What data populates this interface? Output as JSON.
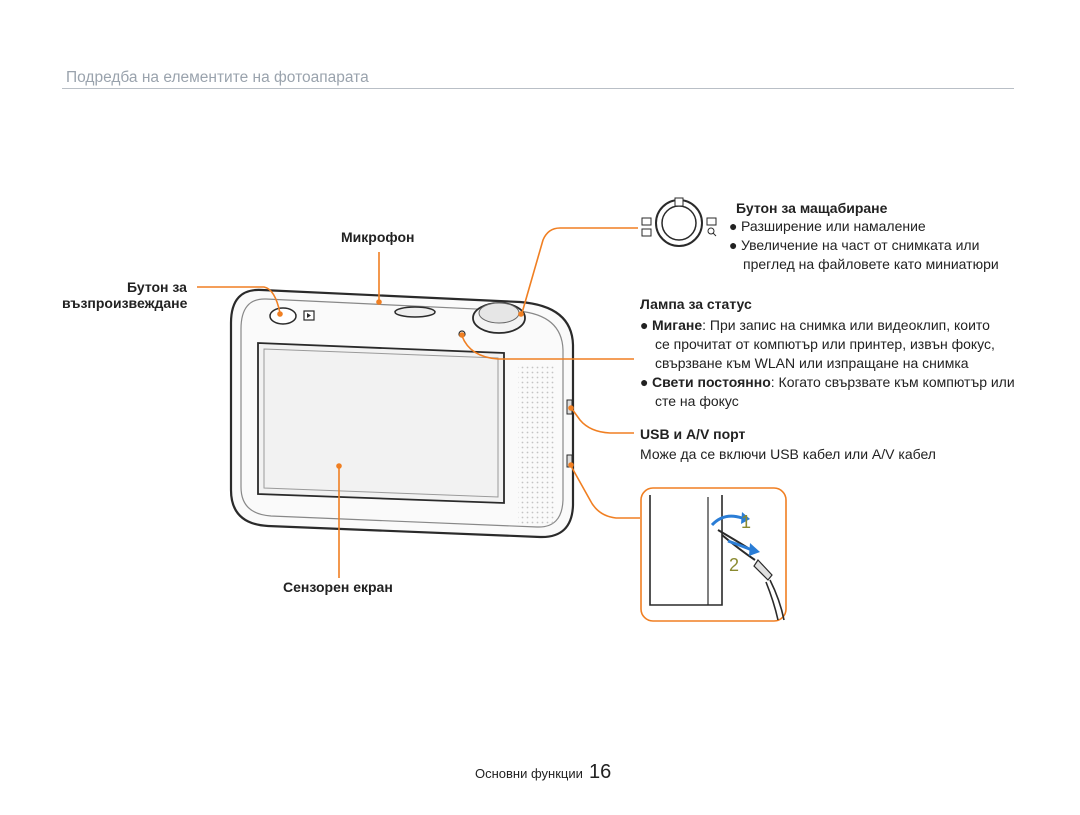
{
  "header": {
    "title": "Подредба на елементите на фотоапарата"
  },
  "callouts": {
    "microphone": "Микрофон",
    "playback_line1": "Бутон за",
    "playback_line2": "възпроизвеждане",
    "touch_screen": "Сензорен екран"
  },
  "zoom": {
    "title": "Бутон за мащабиране",
    "items": [
      "Разширение или намаление",
      "Увеличение на част от снимката или",
      "преглед на файловете като миниатюри"
    ]
  },
  "status_lamp": {
    "title": "Лампа за статус",
    "blink_term": "Мигане",
    "blink_text": ": При запис на снимка или видеоклип, които",
    "blink_cont1": "се прочитат от компютър или принтер, извън фокус,",
    "blink_cont2": "свързване към WLAN или изпращане на снимка",
    "steady_term": "Свети постоянно",
    "steady_text": ": Когато свързвате към компютър или",
    "steady_cont": "сте на фокус"
  },
  "usb": {
    "title": "USB и A/V порт",
    "text": "Може да се включи USB кабел или A/V кабел"
  },
  "strap_steps": [
    "1",
    "2"
  ],
  "bullet_char": "●",
  "accent_color": "#f07f22",
  "footer": {
    "section": "Основни функции",
    "page": "16"
  }
}
